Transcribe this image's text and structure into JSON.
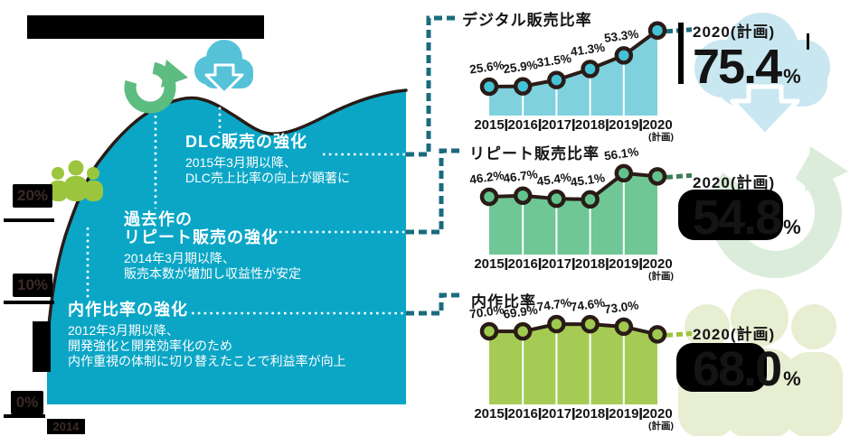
{
  "colors": {
    "mountain": "#0ba6c6",
    "outline": "#2a1b16",
    "connector_teal": "#1a6b7d",
    "connector_green": "#3f7d55",
    "connector_yellowgreen": "#9ec23c",
    "digital_area": "#7fd1de",
    "repeat_area": "#6fc795",
    "inhouse_area": "#a5cb55",
    "icon_refresh_green": "#5dbc80",
    "icon_cloud_cyan": "#55c2d8",
    "icon_people_green": "#9cc53e",
    "bg_cloud": "#c9e7f1",
    "bg_refresh": "#dcecdb",
    "bg_people": "#e7eed2"
  },
  "left_axis": {
    "labels": [
      "20%",
      "10%",
      "0%"
    ],
    "year": "2014"
  },
  "mountain": {
    "annotations": [
      {
        "heading_lines": [
          "DLC販売の強化"
        ],
        "lines": [
          "2015年3月期以降、",
          "DLC売上比率の向上が顕著に"
        ]
      },
      {
        "heading_lines": [
          "過去作の",
          "リピート販売の強化"
        ],
        "lines": [
          "2014年3月期以降、",
          "販売本数が増加し収益性が安定"
        ]
      },
      {
        "heading_lines": [
          "内作比率の強化"
        ],
        "lines": [
          "2012年3月期以降、",
          "開発強化と開発効率化のため",
          "内作重視の体制に切り替えたことで利益率が向上"
        ]
      }
    ]
  },
  "chart_data": [
    {
      "type": "area",
      "title": "デジタル販売比率",
      "categories": [
        "2015",
        "2016",
        "2017",
        "2018",
        "2019",
        "2020(計画)"
      ],
      "values": [
        25.6,
        25.9,
        31.5,
        41.3,
        53.3,
        75.4
      ],
      "unit": "%",
      "plan_label": "2020(計画)",
      "plan_value_str": "75.4",
      "legend_position": "none",
      "grid": false
    },
    {
      "type": "area",
      "title": "リピート販売比率",
      "categories": [
        "2015",
        "2016",
        "2017",
        "2018",
        "2019",
        "2020(計画)"
      ],
      "values": [
        46.2,
        46.7,
        45.4,
        45.1,
        56.1,
        54.8
      ],
      "unit": "%",
      "plan_label": "2020(計画)",
      "plan_value_str": "54.8",
      "legend_position": "none",
      "grid": false
    },
    {
      "type": "area",
      "title": "内作比率",
      "categories": [
        "2015",
        "2016",
        "2017",
        "2018",
        "2019",
        "2020(計画)"
      ],
      "values": [
        70.0,
        69.9,
        74.7,
        74.6,
        73.0,
        68.0
      ],
      "unit": "%",
      "plan_label": "2020(計画)",
      "plan_value_str": "68.0",
      "legend_position": "none",
      "grid": false
    }
  ]
}
